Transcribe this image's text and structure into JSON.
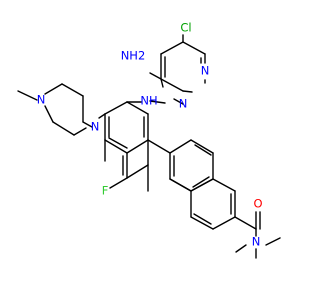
{
  "molecule": {
    "atom_labels": {
      "amine_nh2": "NH2",
      "chloro": "Cl",
      "pyrimidine_n1": "N",
      "pyrimidine_n3": "N",
      "anilino_nh": "NH",
      "piperazine_n_methyl": "N",
      "piperazine_n_aryl": "N",
      "fluoro": "F",
      "carbonyl_o": "O",
      "amide_n": "N"
    },
    "colors": {
      "bond": "#000000",
      "nitrogen": "#0000ff",
      "chlorine": "#00a000",
      "fluorine": "#33cc33",
      "oxygen": "#ff0000"
    }
  }
}
